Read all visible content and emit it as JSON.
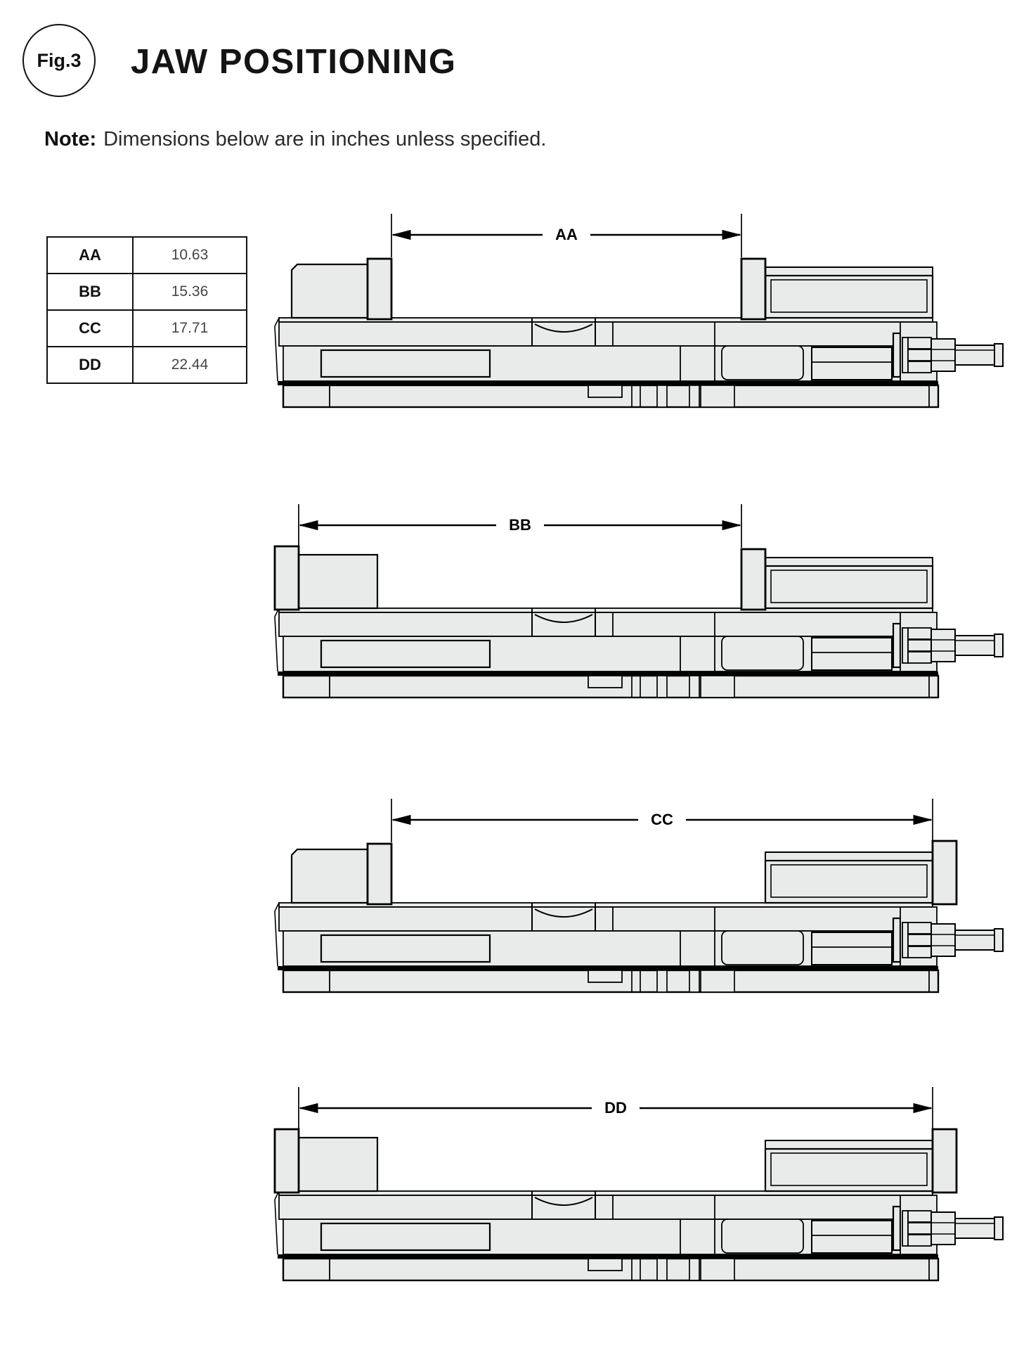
{
  "figure": {
    "badge": "Fig.3",
    "title": "JAW POSITIONING"
  },
  "note": {
    "label": "Note:",
    "text": "Dimensions below are in inches unless specified."
  },
  "dimension_table": {
    "rows": [
      {
        "label": "AA",
        "value": "10.63"
      },
      {
        "label": "BB",
        "value": "15.36"
      },
      {
        "label": "CC",
        "value": "17.71"
      },
      {
        "label": "DD",
        "value": "22.44"
      }
    ]
  },
  "diagrams": [
    {
      "id": "aa",
      "label": "AA",
      "value_in": "10.63",
      "left_jaw": "inner",
      "right_jaw": "inner"
    },
    {
      "id": "bb",
      "label": "BB",
      "value_in": "15.36",
      "left_jaw": "outer",
      "right_jaw": "inner"
    },
    {
      "id": "cc",
      "label": "CC",
      "value_in": "17.71",
      "left_jaw": "inner",
      "right_jaw": "outer"
    },
    {
      "id": "dd",
      "label": "DD",
      "value_in": "22.44",
      "left_jaw": "outer",
      "right_jaw": "outer"
    }
  ],
  "colors": {
    "background": "#ffffff",
    "outline": "#000000",
    "body_fill": "#e9eaea",
    "text": "#111111"
  },
  "units": "inches"
}
